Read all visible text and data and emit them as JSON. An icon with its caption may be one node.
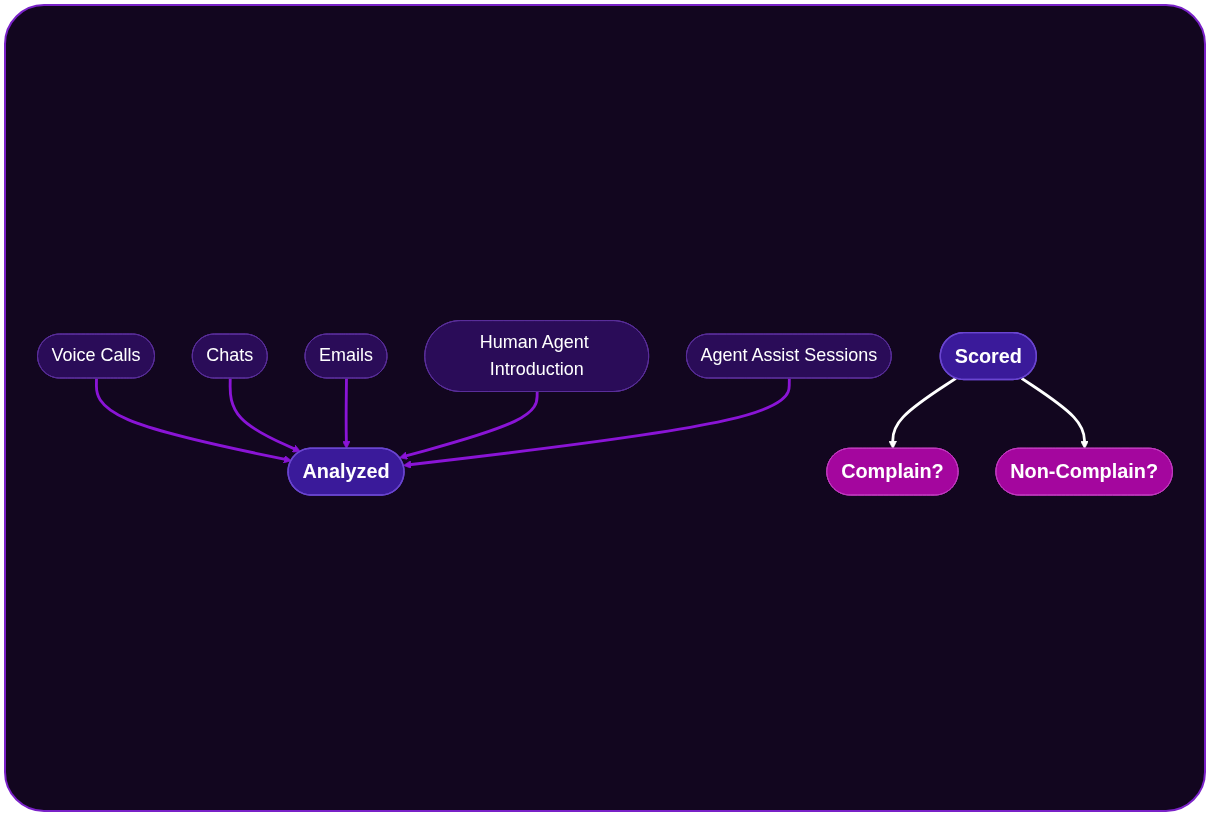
{
  "diagram": {
    "nodes": [
      {
        "text": [
          "Voice Calls"
        ]
      },
      {
        "text": [
          "Chats"
        ]
      },
      {
        "text": [
          "Emails"
        ]
      },
      {
        "text": [
          "Human Agent Introduction"
        ]
      },
      {
        "text": [
          "Agent Assist Sessions"
        ]
      },
      {
        "text": [
          "Analyzed"
        ]
      },
      {
        "text": [
          "Scored"
        ]
      },
      {
        "text": [
          "Complain?"
        ]
      },
      {
        "text": [
          "Non-Complain?"
        ]
      }
    ],
    "edges": [
      {
        "from": 0,
        "to": 5,
        "arrow": "to"
      },
      {
        "from": 1,
        "to": 5,
        "arrow": "to"
      },
      {
        "from": 2,
        "to": 5,
        "arrow": "to"
      },
      {
        "from": 3,
        "to": 5,
        "arrow": "to"
      },
      {
        "from": 4,
        "to": 5,
        "arrow": "to"
      },
      {
        "from": 6,
        "to": 7,
        "arrow": "to",
        "color": "#ffffff"
      },
      {
        "from": 6,
        "to": 8,
        "arrow": "to",
        "color": "#ffffff"
      }
    ]
  }
}
